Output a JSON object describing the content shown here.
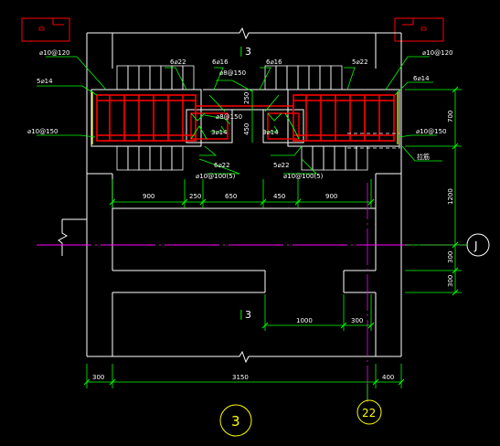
{
  "colors": {
    "background": "#000000",
    "outline": "#ffffff",
    "dimension": "#00ff00",
    "rebar": "#ff0000",
    "stirrup": "#ffffff",
    "axis": "#ff00ff",
    "label": "#ffffff",
    "marker": "#ff0000",
    "callout": "#00ff00",
    "dashed": "#ffffff",
    "grid_bubble": "#ffff00"
  },
  "section_marks": {
    "top": "3",
    "bottom": "3"
  },
  "rebar_labels": {
    "tl_stirrup": "⌀10@120",
    "tr_stirrup": "⌀10@120",
    "left_side": "5⌀14",
    "right_side": "6⌀14",
    "left_bottom_stirrup": "⌀10@150",
    "right_bottom_stirrup": "⌀10@150",
    "left_top_bars": "6⌀22",
    "center_left_top": "6⌀16",
    "center_stirrup": "⌀8@150",
    "right_center_top": "6⌀16",
    "right_top_bars": "5⌀22",
    "center_tie": "⌀8@150",
    "left_inner_bars": "3⌀14",
    "right_inner_bars": "3⌀14",
    "left_bottom_bars": "6⌀22",
    "left_bottom_ties": "⌀10@100(5)",
    "right_bottom_bars": "5⌀22",
    "right_bottom_ties": "⌀10@100(5)",
    "right_note": "拉筋"
  },
  "dimensions": {
    "d1": "900",
    "d2": "250",
    "d3": "650",
    "d4": "450",
    "d5": "900",
    "d6": "250",
    "d7": "450",
    "right_v1": "700",
    "right_v2": "1200",
    "right_v3": "300",
    "right_v4": "300",
    "mid1": "1000",
    "mid2": "300",
    "bot1": "300",
    "bot2": "3150",
    "bot3": "400"
  },
  "grid_labels": {
    "j": "J",
    "n3": "3",
    "n22": "22"
  }
}
